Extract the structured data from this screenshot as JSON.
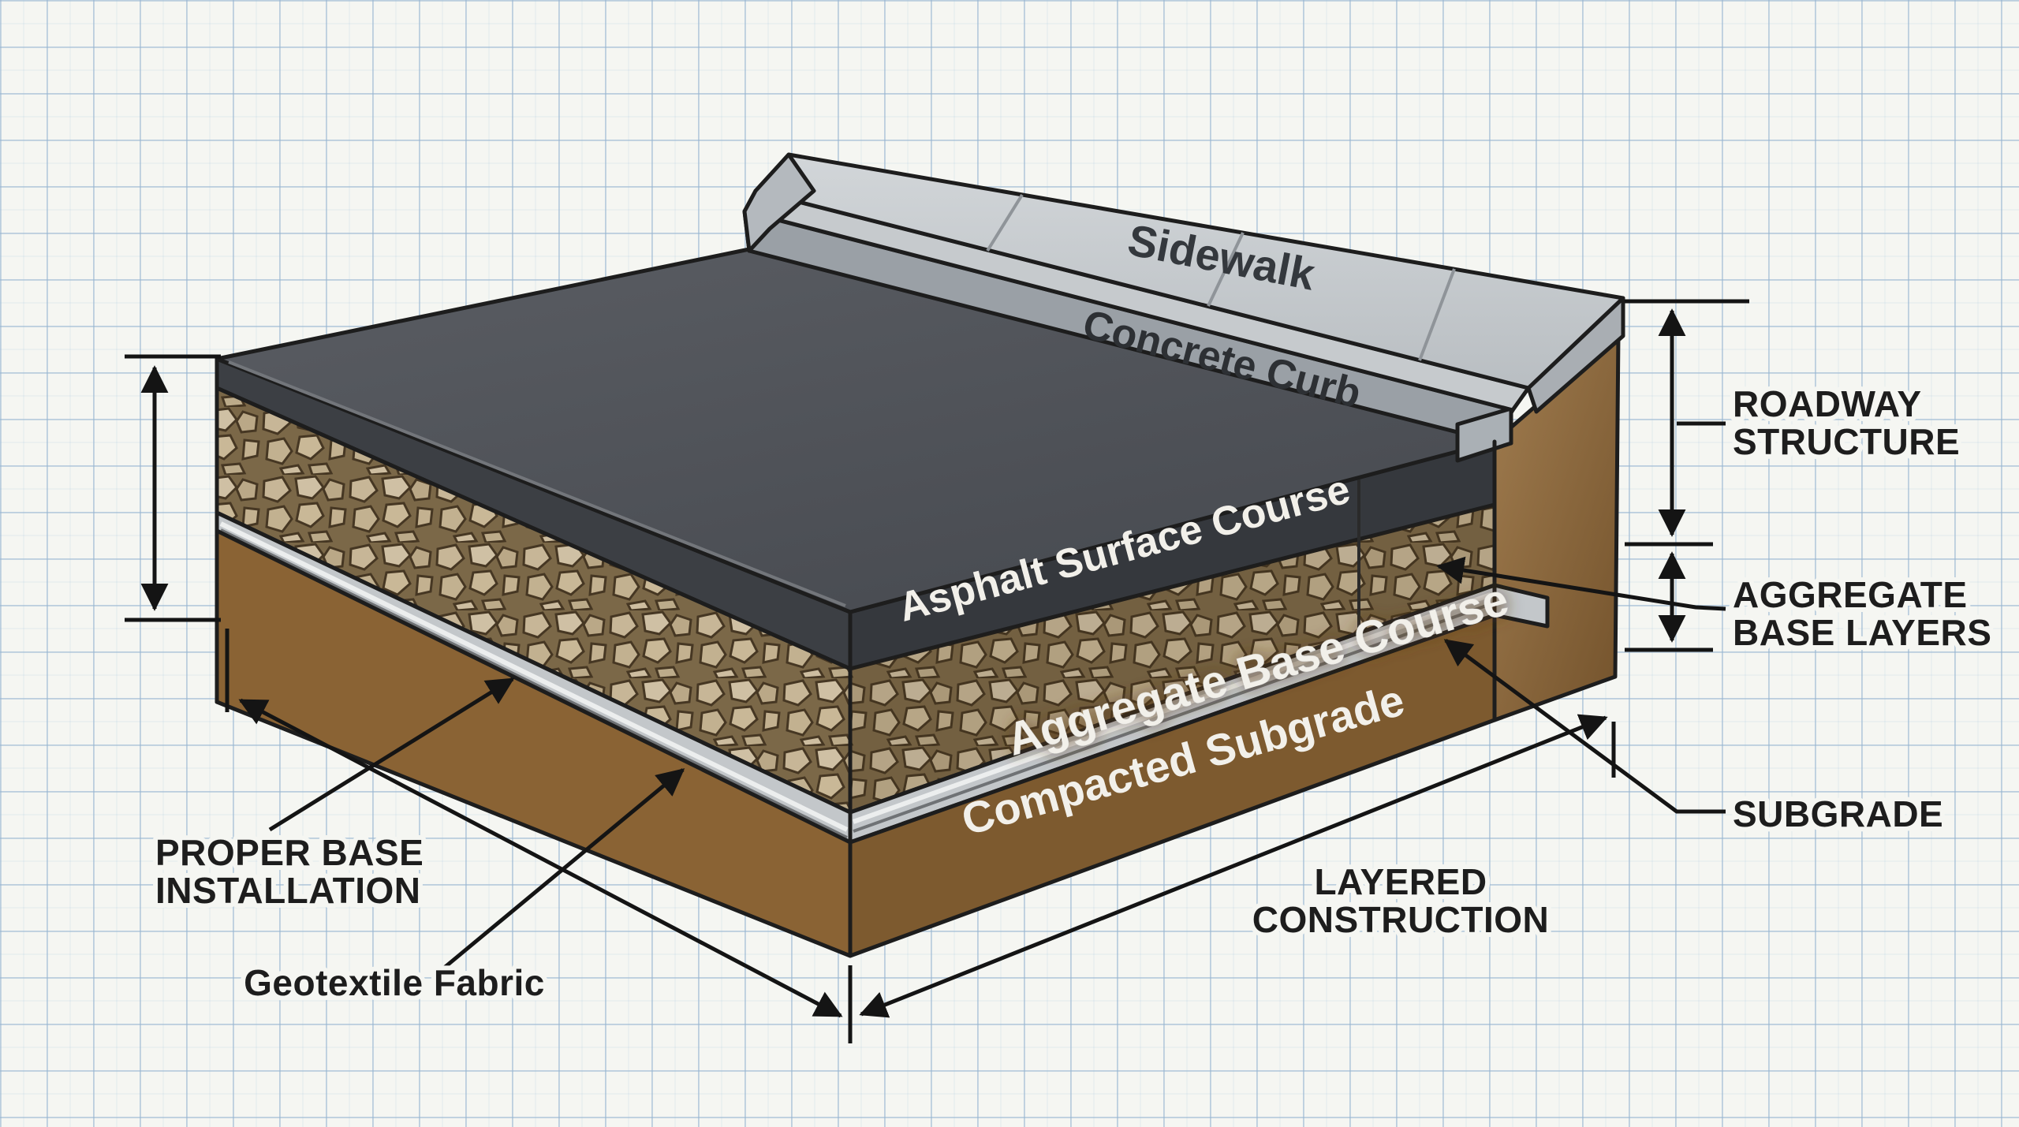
{
  "scene": {
    "block_labels": {
      "sidewalk": "Sidewalk",
      "concrete_curb": "Concrete Curb",
      "asphalt_course": "Asphalt Surface Course",
      "aggregate_course": "Aggregate Base Course",
      "compacted_subgrade": "Compacted Subgrade"
    },
    "callouts": {
      "roadway_1": "ROADWAY",
      "roadway_2": "STRUCTURE",
      "aggregate_1": "AGGREGATE",
      "aggregate_2": "BASE LAYERS",
      "subgrade": "SUBGRADE",
      "proper_base_1": "PROPER BASE",
      "proper_base_2": "INSTALLATION",
      "geotextile": "Geotextile Fabric",
      "layered_1": "LAYERED",
      "layered_2": "CONSTRUCTION"
    },
    "colors": {
      "paper": "#f5f6f2",
      "grid_major": "#b9cfdf",
      "grid_minor": "#dce6ef",
      "ink": "#141414",
      "asphalt_top_hi": "#5a5d63",
      "asphalt_top_lo": "#484b51",
      "asphalt_face_left": "#3c3f44",
      "asphalt_face_right": "#35383d",
      "aggregate_mortar": "#7b6848",
      "stone_light": "#c9b897",
      "geotextile": "#c3c7ca",
      "subgrade_left": "#8a6334",
      "subgrade_right": "#7d5a2f",
      "soil_cut_light": "#a07c4f",
      "soil_cut_dark": "#74532c",
      "sidewalk_concrete": "#c9cdd1",
      "curb_concrete": "#9aa0a6"
    }
  }
}
